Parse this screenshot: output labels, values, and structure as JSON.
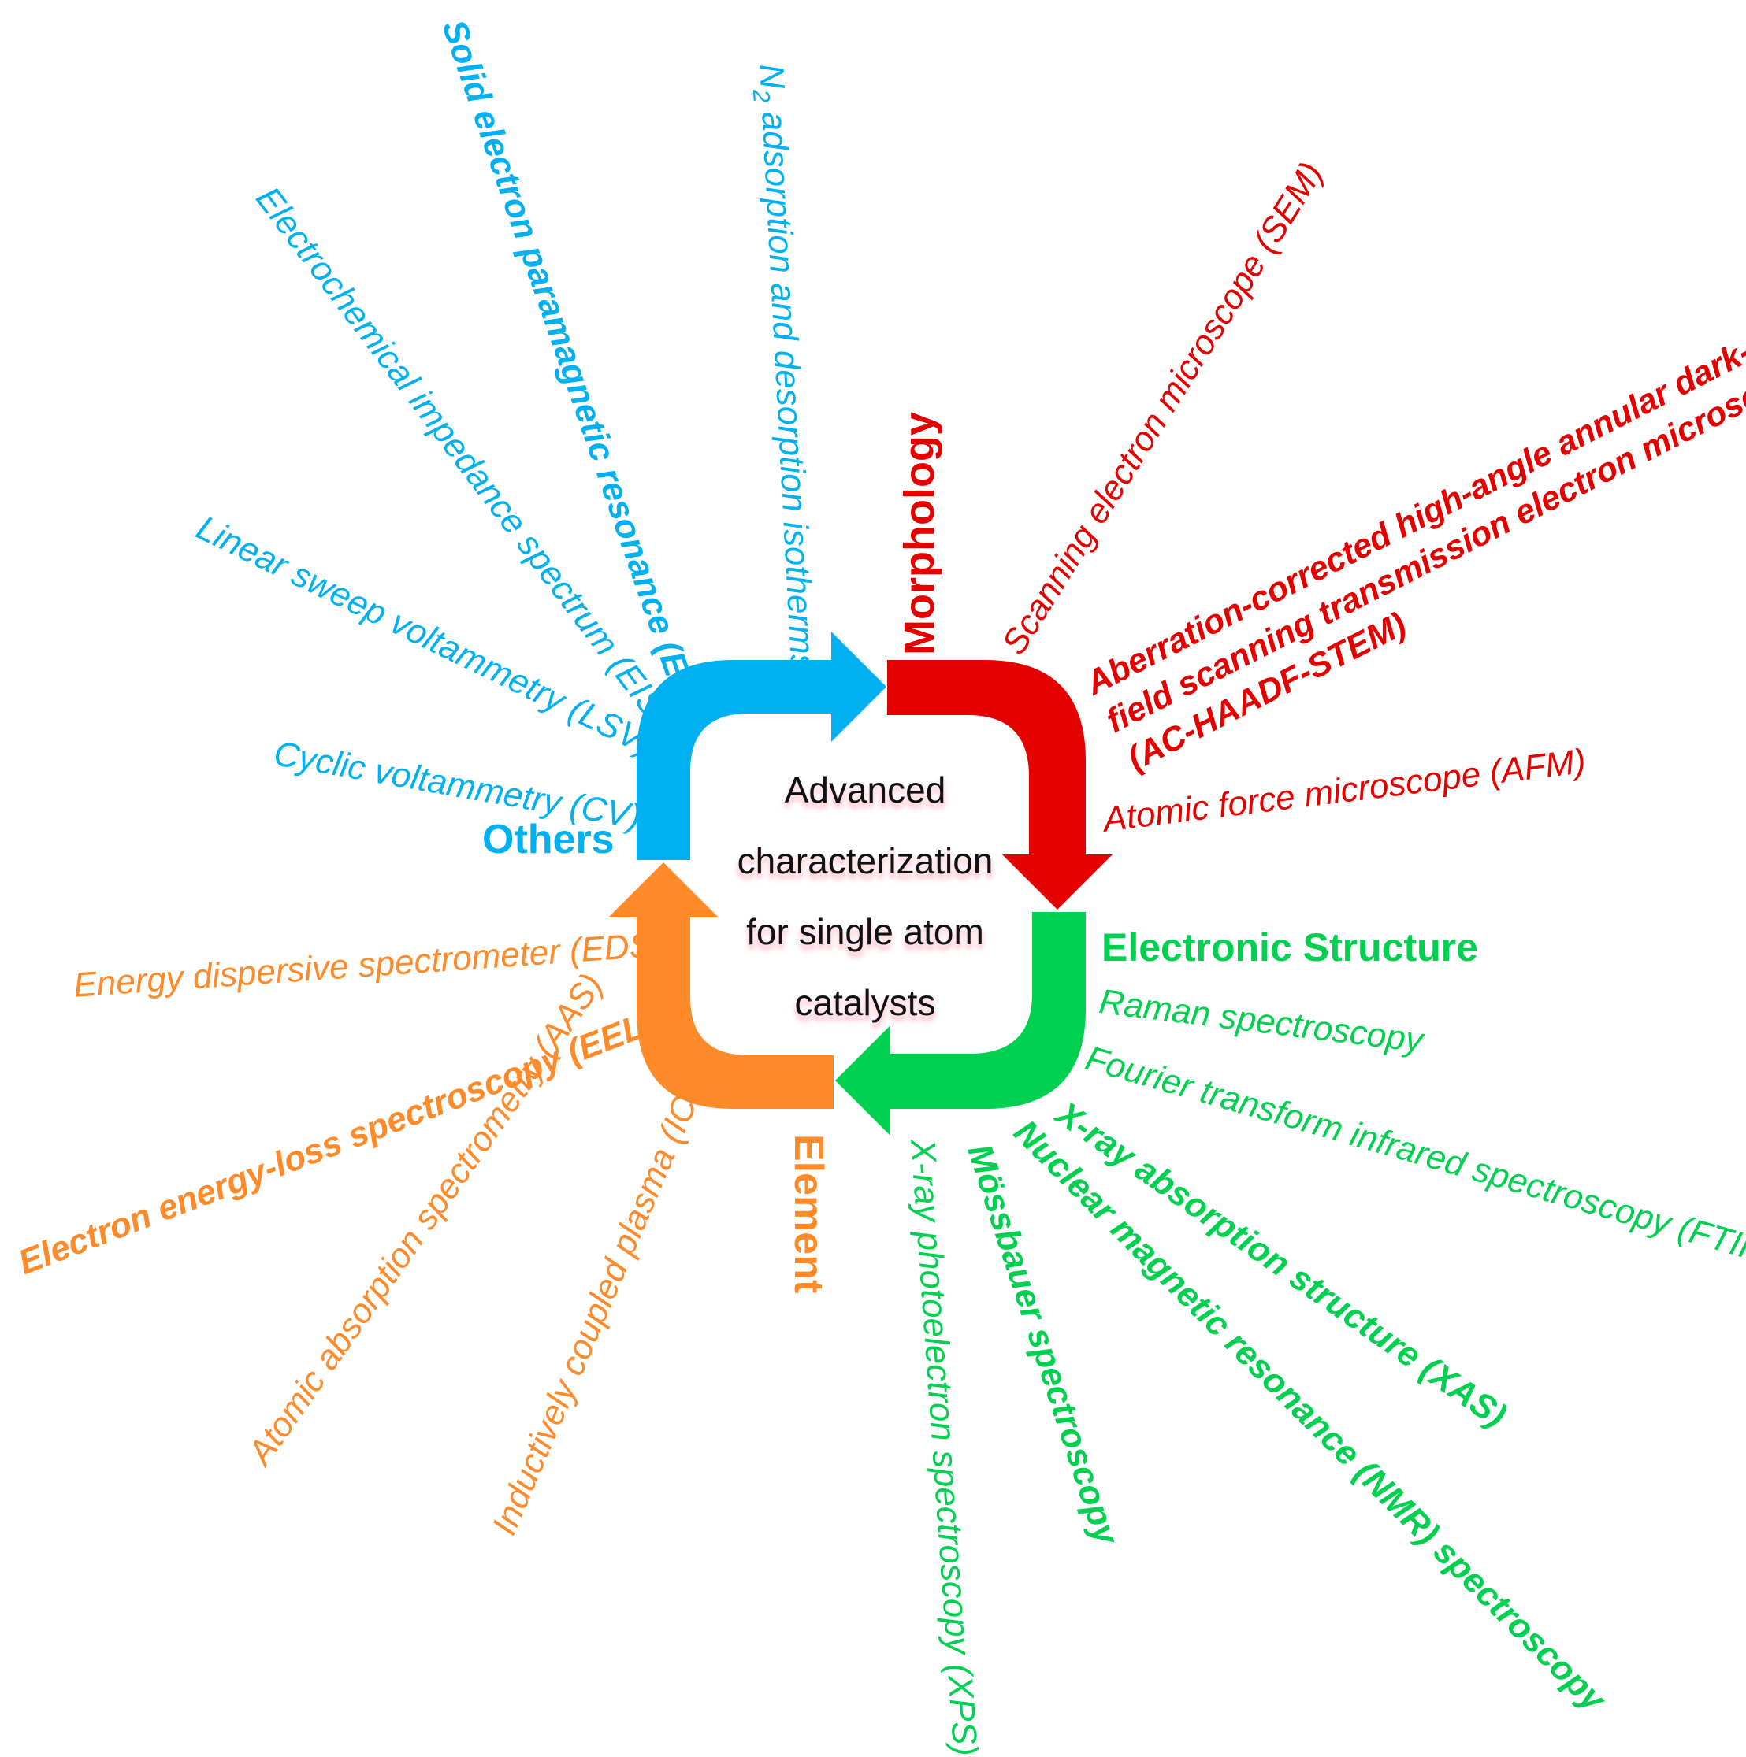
{
  "center": [
    "Advanced",
    "characterization",
    "for single atom",
    "catalysts"
  ],
  "colors": {
    "others": "#00b0f0",
    "morphology": "#e50000",
    "electronic": "#00d050",
    "element": "#ff8a2a"
  },
  "categories": {
    "others": "Others",
    "morphology": "Morphology",
    "electronic": "Electronic Structure",
    "element": "Element"
  },
  "others_items": {
    "epr": "Solid electron paramagnetic resonance (EPR)",
    "n2_prefix": "N",
    "n2_sub": "2",
    "n2_rest": " adsorption and desorption isotherms",
    "eis": "Electrochemical impedance spectrum (EIS)",
    "lsv": "Linear sweep voltammetry (LSV)",
    "cv": "Cyclic voltammetry (CV)"
  },
  "morphology_items": {
    "sem": "Scanning electron microscope (SEM)",
    "stem_line1": "Aberration-corrected   high-angle   annular   dark-",
    "stem_line2": "field scanning transmission electron microscopy",
    "stem_line3": "(AC-HAADF-STEM)",
    "afm": "Atomic force microscope (AFM)"
  },
  "electronic_items": {
    "raman": "Raman spectroscopy",
    "ftir": "Fourier transform infrared spectroscopy (FTIR)",
    "xas": "X-ray absorption structure (XAS)",
    "nmr": "Nuclear magnetic resonance (NMR) spectroscopy",
    "mossbauer": "Mössbauer spectroscopy",
    "xps": "X-ray photoelectron spectroscopy (XPS)"
  },
  "element_items": {
    "eds": "Energy dispersive spectrometer (EDS)",
    "eels": "Electron energy-loss spectroscopy (EELS)",
    "aas": "Atomic absorption spectrometry (AAS)",
    "icp": "Inductively coupled plasma (ICP)"
  }
}
